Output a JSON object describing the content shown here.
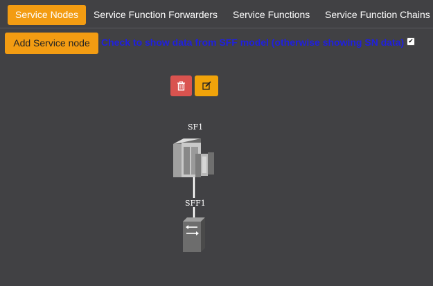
{
  "tabs": [
    {
      "label": "Service Nodes",
      "active": true
    },
    {
      "label": "Service Function Forwarders",
      "active": false
    },
    {
      "label": "Service Functions",
      "active": false
    },
    {
      "label": "Service Function Chains",
      "active": false
    }
  ],
  "toolbar": {
    "add_label": "Add Service node",
    "checkbox_label": "Check to show data from SFF model (otherwise showing SN data)",
    "checkbox_checked": true
  },
  "node_actions": {
    "delete_icon": "trash-icon",
    "edit_icon": "edit-icon"
  },
  "graph": {
    "nodes": [
      {
        "label": "SF1",
        "icon": "server-rack-icon"
      },
      {
        "label": "SFF1",
        "icon": "switch-icon"
      }
    ]
  },
  "colors": {
    "accent": "#f39c12",
    "danger": "#d9534f",
    "link_text": "#1f1fe0",
    "background": "#414144"
  }
}
